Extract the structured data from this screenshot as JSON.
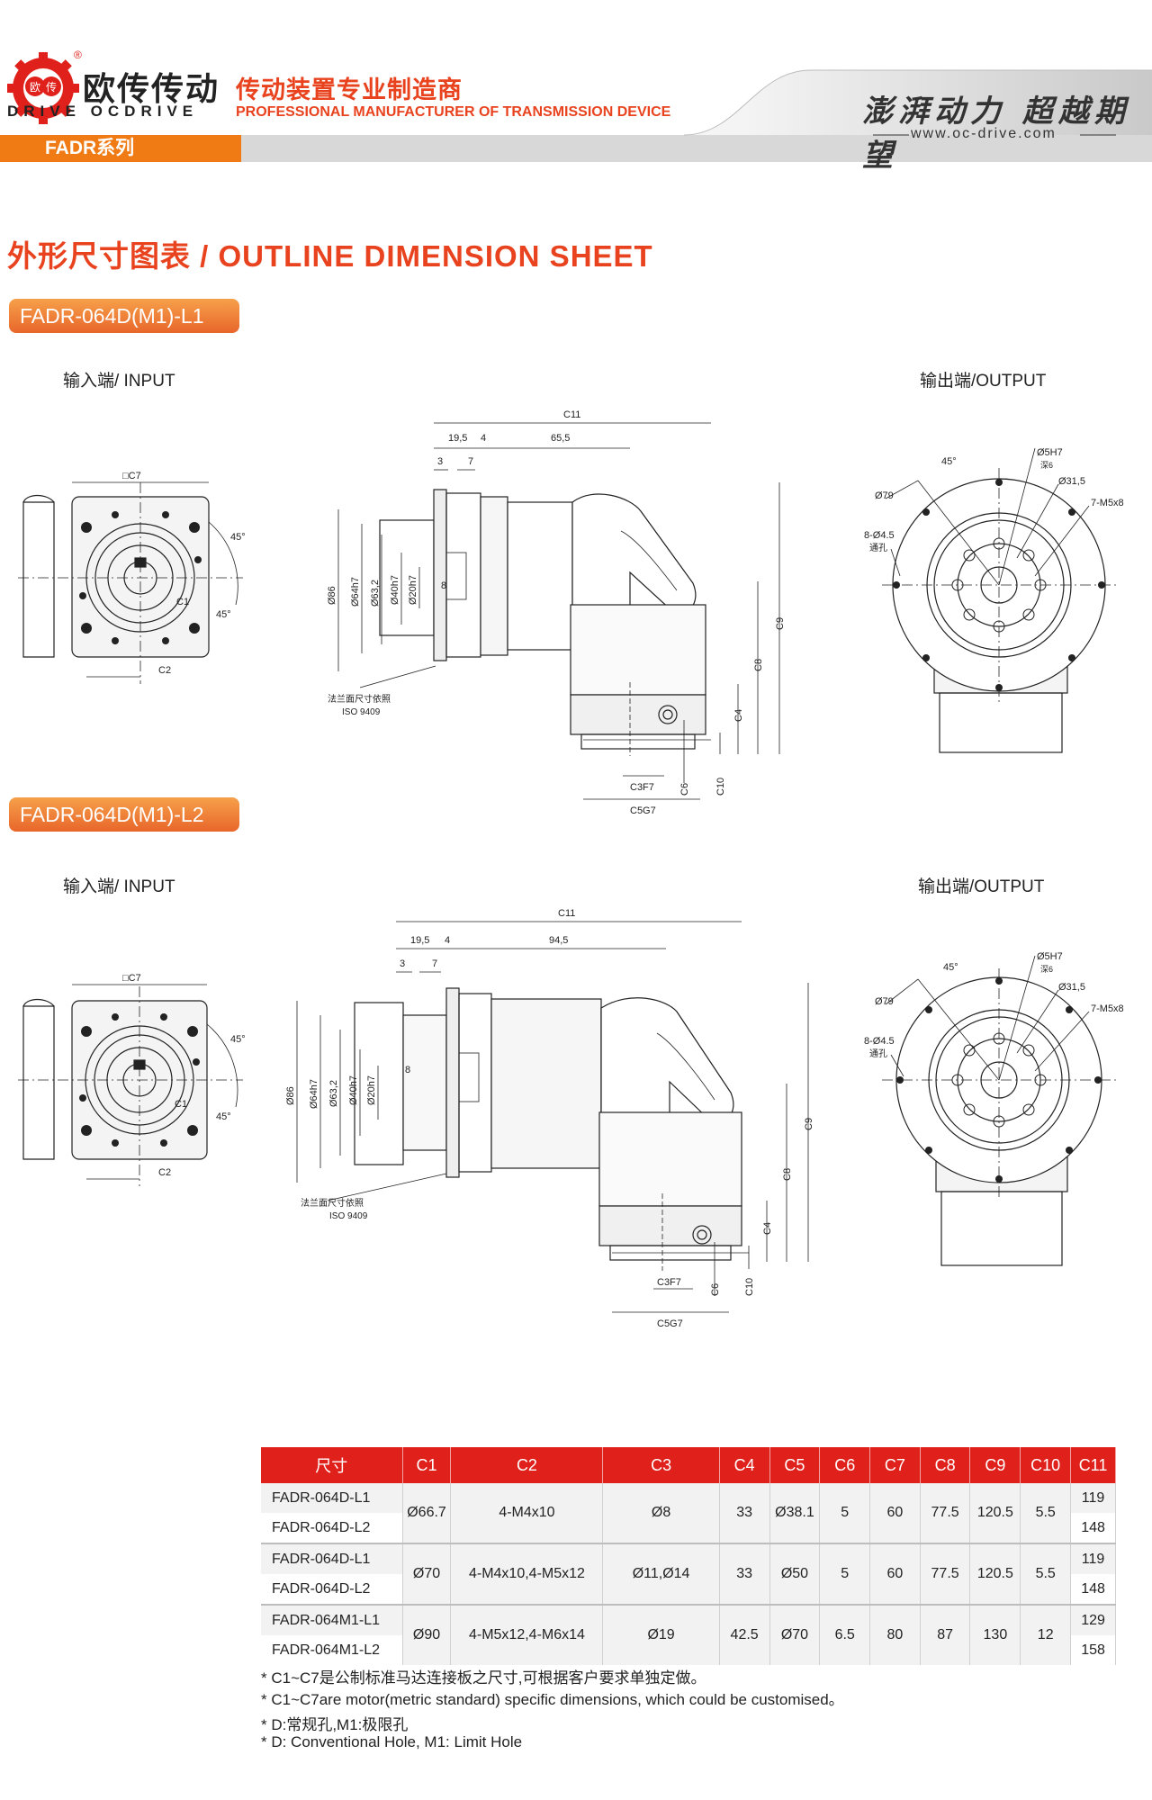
{
  "header": {
    "brand_cn": "欧传传动",
    "brand_en": "DRIVE OCDRIVE",
    "logo_cn_chars": [
      "欧",
      "传"
    ],
    "tagline_cn": "传动装置专业制造商",
    "tagline_en": "PROFESSIONAL MANUFACTURER OF TRANSMISSION DEVICE",
    "series": "FADR系列",
    "slogan": "澎湃动力 超越期望",
    "website": "www.oc-drive.com",
    "accent_color": "#e8431e",
    "tab_color": "#f07b15",
    "registered_mark": "®"
  },
  "section_title": "外形尺寸图表 / OUTLINE DIMENSION SHEET",
  "drawings": [
    {
      "model": "FADR-064D(M1)-L1",
      "input_label": "输入端/ INPUT",
      "output_label": "输出端/OUTPUT",
      "dims": {
        "c11": "C11",
        "d19_5": "19,5",
        "d4": "4",
        "d_len": "65,5",
        "d3": "3",
        "d7": "7",
        "d86": "Ø86",
        "d64": "Ø64h7",
        "d63": "Ø63,2",
        "d40": "Ø40h7",
        "d20": "Ø20h7",
        "d8": "8",
        "c9": "C9",
        "c8": "C8",
        "c4": "C4",
        "c10": "C10",
        "c6": "C6",
        "c3": "C3F7",
        "c5": "C5G7",
        "c7": "□C7",
        "c2": "C2",
        "c1": "C1",
        "a45": "45°",
        "flange_note_cn": "法兰面尺寸依照",
        "flange_note_en": "ISO 9409",
        "o45": "45°",
        "o79": "Ø79",
        "o5": "Ø5H7",
        "o5_depth": "深6",
        "o31": "Ø31,5",
        "o_m5": "7-M5x8",
        "o_holes": "8-Ø4.5",
        "o_holes_cn": "通孔"
      }
    },
    {
      "model": "FADR-064D(M1)-L2",
      "input_label": "输入端/ INPUT",
      "output_label": "输出端/OUTPUT",
      "dims": {
        "c11": "C11",
        "d19_5": "19,5",
        "d4": "4",
        "d_len": "94,5",
        "d3": "3",
        "d7": "7",
        "d86": "Ø86",
        "d64": "Ø64h7",
        "d63": "Ø63,2",
        "d40": "Ø40h7",
        "d20": "Ø20h7",
        "d8": "8",
        "c9": "C9",
        "c8": "C8",
        "c4": "C4",
        "c10": "C10",
        "c6": "C6",
        "c3": "C3F7",
        "c5": "C5G7",
        "c7": "□C7",
        "c2": "C2",
        "c1": "C1",
        "a45": "45°",
        "flange_note_cn": "法兰面尺寸依照",
        "flange_note_en": "ISO 9409",
        "o45": "45°",
        "o79": "Ø79",
        "o5": "Ø5H7",
        "o5_depth": "深6",
        "o31": "Ø31,5",
        "o_m5": "7-M5x8",
        "o_holes": "8-Ø4.5",
        "o_holes_cn": "通孔"
      }
    }
  ],
  "table": {
    "headers": [
      "尺寸",
      "C1",
      "C2",
      "C3",
      "C4",
      "C5",
      "C6",
      "C7",
      "C8",
      "C9",
      "C10",
      "C11"
    ],
    "groups": [
      {
        "rows": [
          "FADR-064D-L1",
          "FADR-064D-L2"
        ],
        "c1": "Ø66.7",
        "c2": "4-M4x10",
        "c3": "Ø8",
        "c4": "33",
        "c5": "Ø38.1",
        "c6": "5",
        "c7": "60",
        "c8": "77.5",
        "c9": "120.5",
        "c10": "5.5",
        "c11": [
          "119",
          "148"
        ]
      },
      {
        "rows": [
          "FADR-064D-L1",
          "FADR-064D-L2"
        ],
        "c1": "Ø70",
        "c2": "4-M4x10,4-M5x12",
        "c3": "Ø11,Ø14",
        "c4": "33",
        "c5": "Ø50",
        "c6": "5",
        "c7": "60",
        "c8": "77.5",
        "c9": "120.5",
        "c10": "5.5",
        "c11": [
          "119",
          "148"
        ]
      },
      {
        "rows": [
          "FADR-064M1-L1",
          "FADR-064M1-L2"
        ],
        "c1": "Ø90",
        "c2": "4-M5x12,4-M6x14",
        "c3": "Ø19",
        "c4": "42.5",
        "c5": "Ø70",
        "c6": "6.5",
        "c7": "80",
        "c8": "87",
        "c9": "130",
        "c10": "12",
        "c11": [
          "129",
          "158"
        ]
      }
    ]
  },
  "notes": [
    "* C1~C7是公制标准马达连接板之尺寸,可根据客户要求单独定做。",
    "* C1~C7are motor(metric standard)  specific dimensions, which could be customised。",
    "* D:常规孔,M1:极限孔",
    "* D: Conventional Hole, M1: Limit Hole"
  ]
}
